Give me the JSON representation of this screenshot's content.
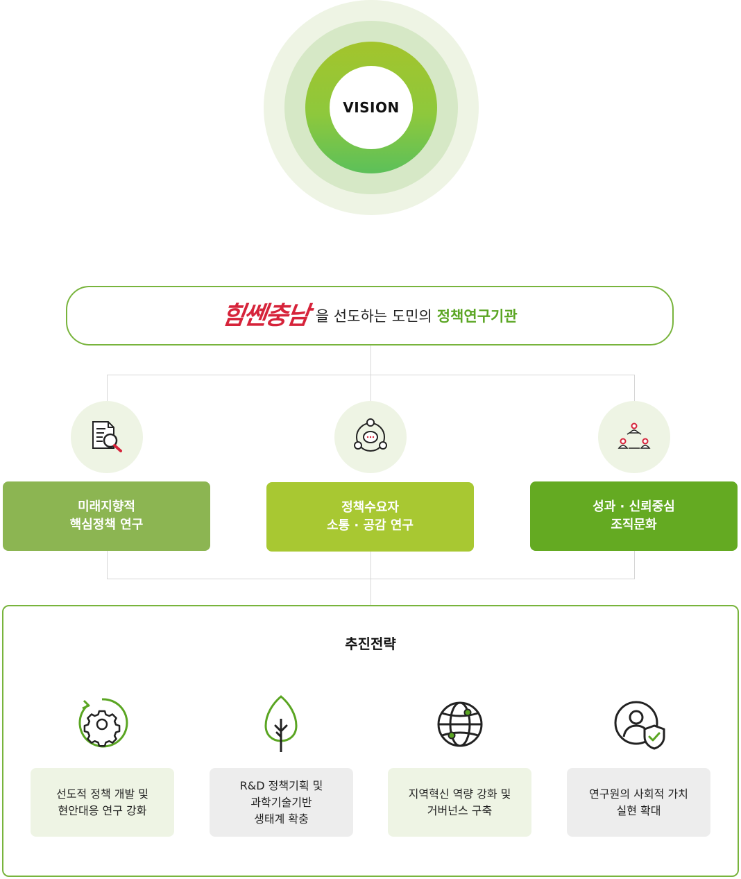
{
  "vision": {
    "label": "VISION"
  },
  "mission": {
    "slogan": "힘쎈충남",
    "text": "을 선도하는 도민의",
    "highlight": "정책연구기관"
  },
  "values": [
    {
      "line1": "미래지향적",
      "line2": "핵심정책 연구",
      "color": "#8cb552",
      "icon": "document-search-icon"
    },
    {
      "line1": "정책수요자",
      "line2": "소통 · 공감 연구",
      "color": "#a8c832",
      "icon": "communication-cycle-icon"
    },
    {
      "line1": "성과 · 신뢰중심",
      "line2": "조직문화",
      "color": "#64aa22",
      "icon": "people-network-icon"
    }
  ],
  "strategy": {
    "title": "추진전략",
    "items": [
      {
        "lines": [
          "선도적 정책 개발 및",
          "현안대응 연구 강화"
        ],
        "icon": "gear-refresh-icon",
        "bg": "green"
      },
      {
        "lines": [
          "R&D 정책기획 및",
          "과학기술기반",
          "생태계 확충"
        ],
        "icon": "tree-icon",
        "bg": "grey"
      },
      {
        "lines": [
          "지역혁신 역량 강화 및",
          "거버넌스 구축"
        ],
        "icon": "globe-icon",
        "bg": "green"
      },
      {
        "lines": [
          "연구원의 사회적 가치",
          "실현 확대"
        ],
        "icon": "user-shield-icon",
        "bg": "grey"
      }
    ]
  },
  "colors": {
    "accent": "#78b43c",
    "brand_red": "#d6233a",
    "highlight": "#5aa522"
  }
}
